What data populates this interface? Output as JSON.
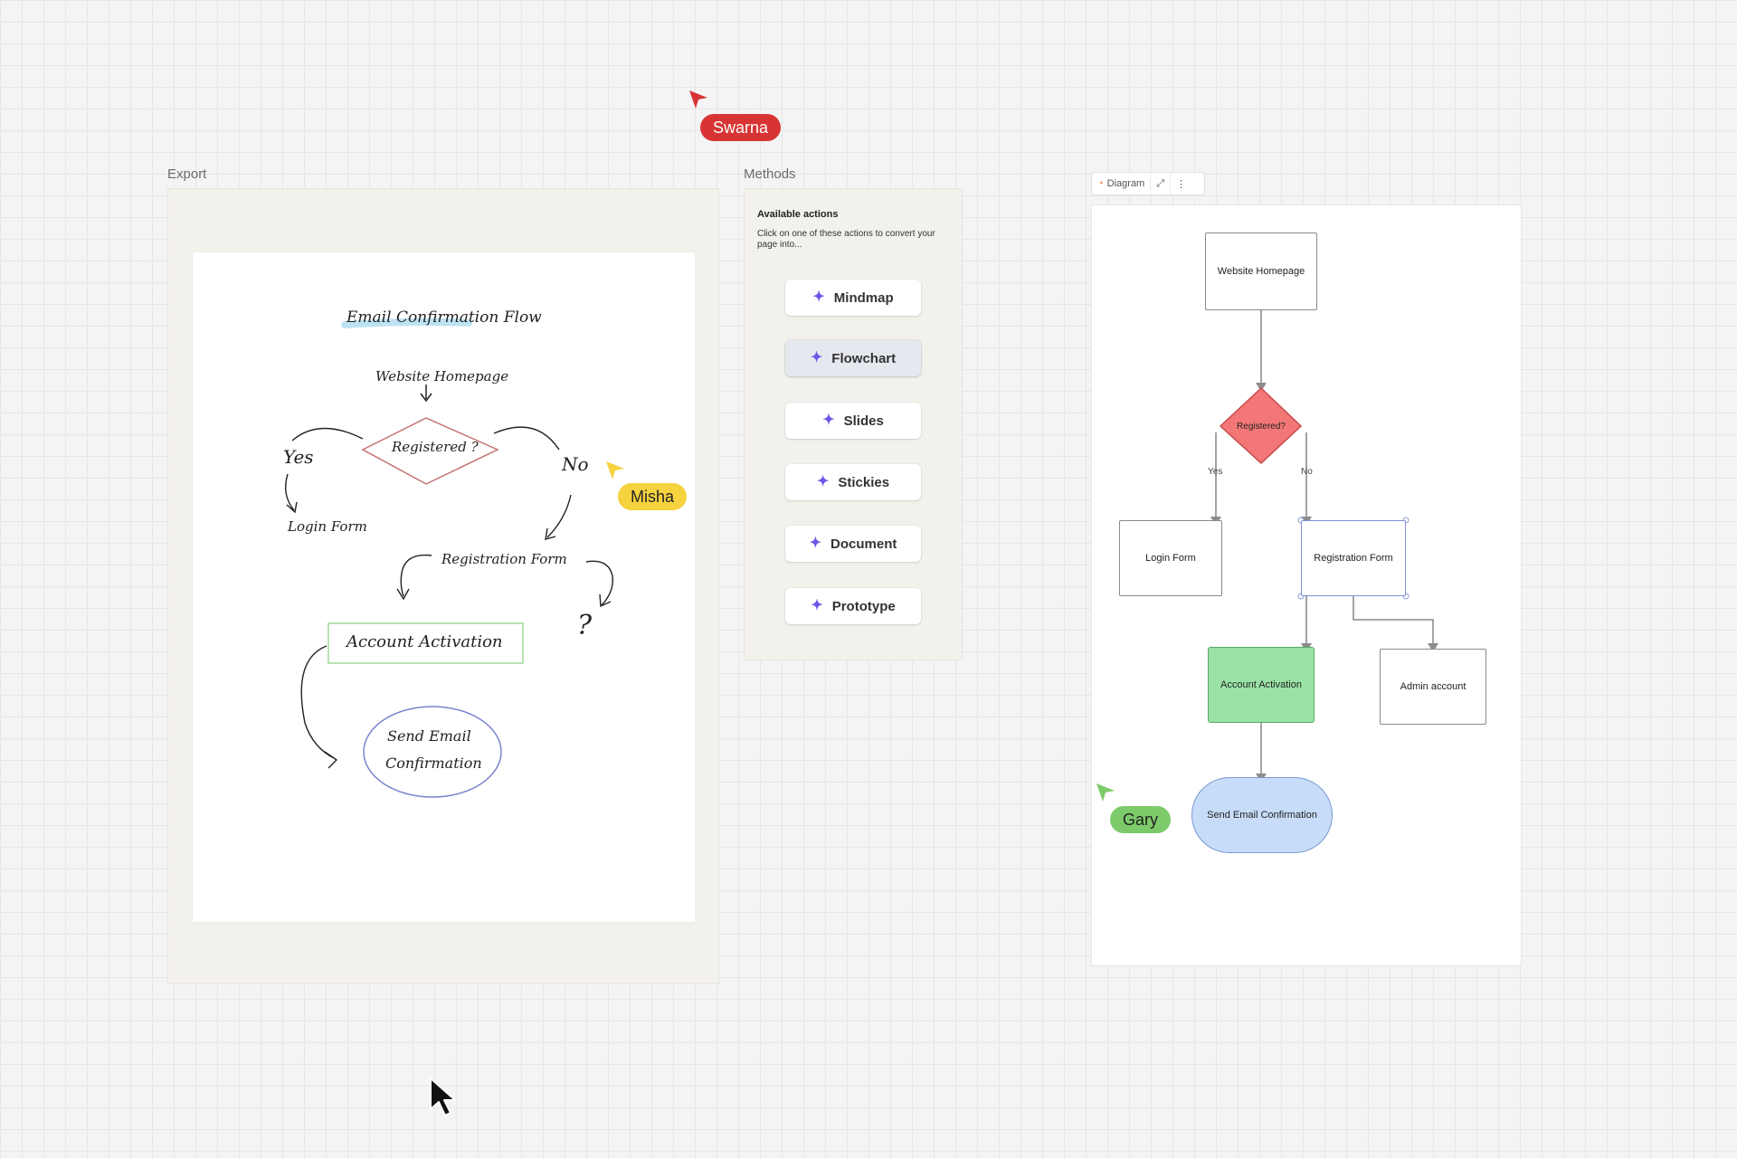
{
  "export_frame": {
    "label": "Export",
    "sketch": {
      "title": "Email Confirmation Flow",
      "website_homepage": "Website Homepage",
      "registered": "Registered ?",
      "yes": "Yes",
      "no": "No",
      "login_form": "Login Form",
      "registration_form": "Registration Form",
      "question": "?",
      "account_activation": "Account Activation",
      "send_email_line1": "Send Email",
      "send_email_line2": "Confirmation"
    }
  },
  "methods_frame": {
    "label": "Methods",
    "title": "Available actions",
    "description": "Click on one of these actions to convert your page into...",
    "actions": [
      {
        "label": "Mindmap",
        "active": false
      },
      {
        "label": "Flowchart",
        "active": true
      },
      {
        "label": "Slides",
        "active": false
      },
      {
        "label": "Stickies",
        "active": false
      },
      {
        "label": "Document",
        "active": false
      },
      {
        "label": "Prototype",
        "active": false
      }
    ]
  },
  "diagram": {
    "toolbar_label": "Diagram",
    "nodes": {
      "website_homepage": "Website Homepage",
      "registered": "Registered?",
      "login_form": "Login Form",
      "registration_form": "Registration Form",
      "account_activation": "Account Activation",
      "admin_account": "Admin account",
      "send_email_confirmation": "Send Email Confirmation"
    },
    "edge_labels": {
      "yes": "Yes",
      "no": "No"
    }
  },
  "collaborators": [
    {
      "name": "Swarna",
      "color": "#d83434"
    },
    {
      "name": "Misha",
      "color": "#f6d23f"
    },
    {
      "name": "Gary",
      "color": "#7dca6a"
    }
  ],
  "icons": {
    "sparkle": "sparkle-icon",
    "diagram": "diagram-icon",
    "expand": "expand-icon",
    "more": "more-vertical-icon",
    "pointer": "mouse-pointer-icon"
  }
}
